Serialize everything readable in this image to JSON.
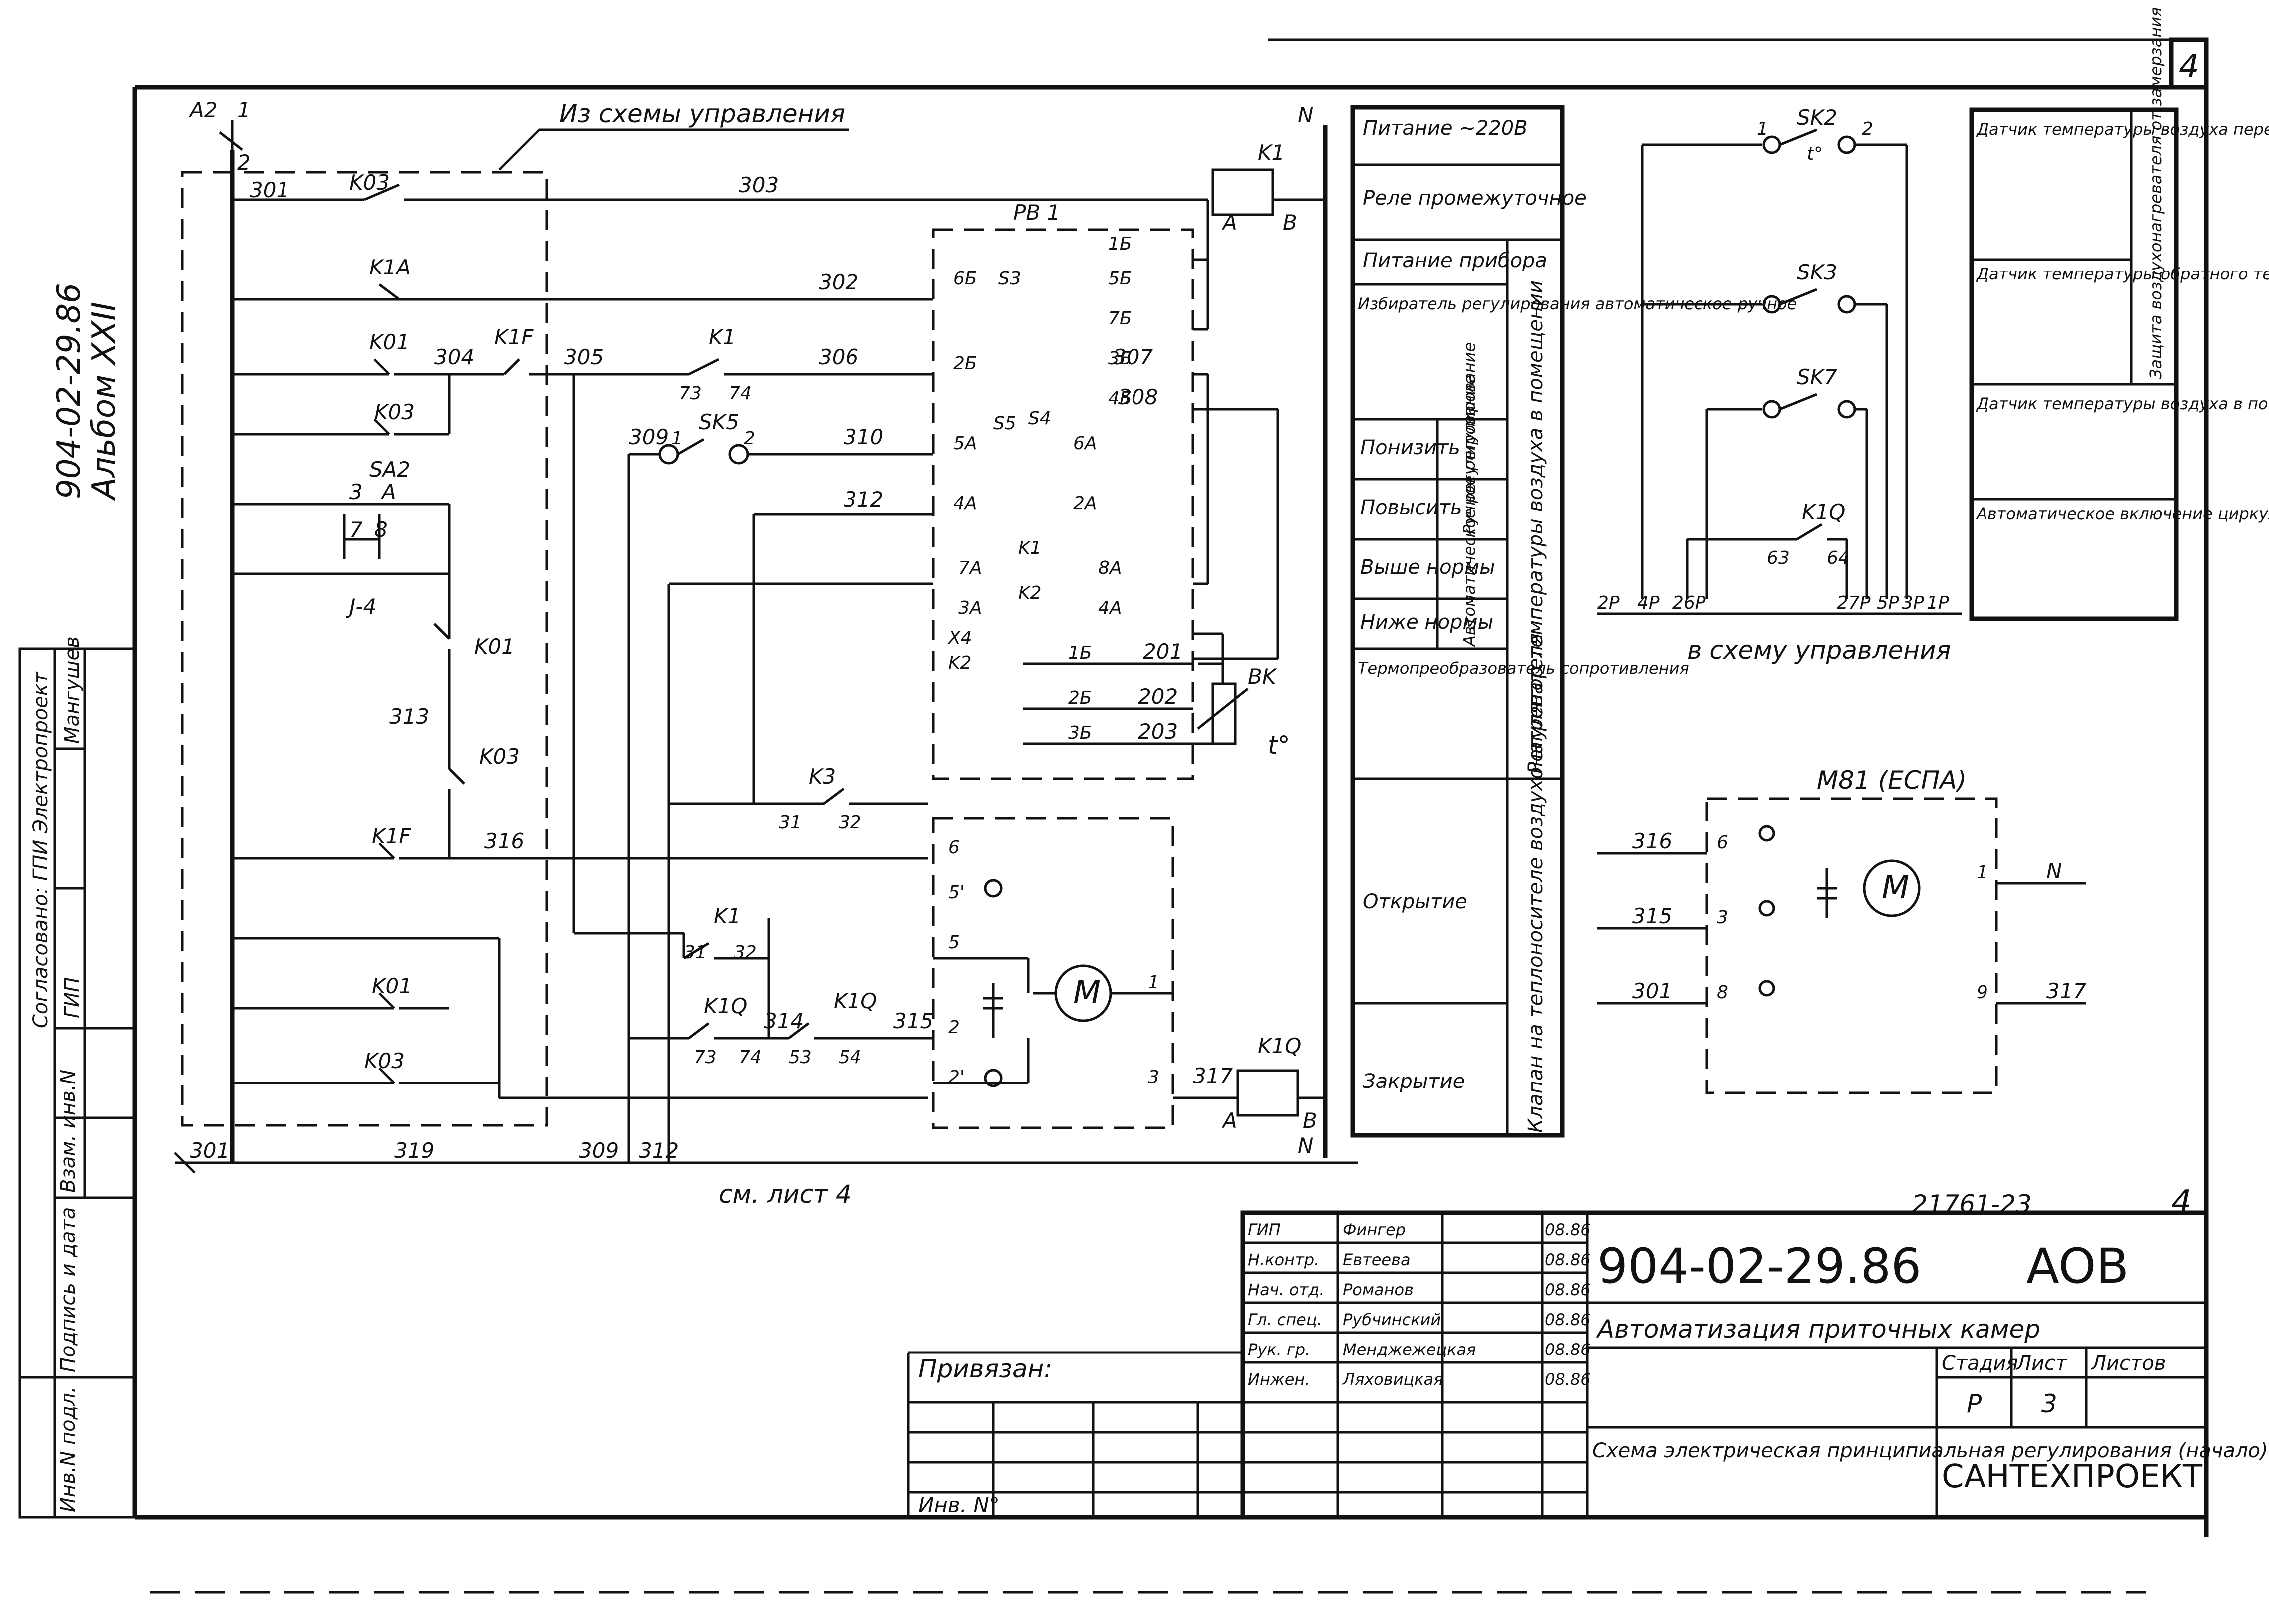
{
  "sheet": {
    "corner_sheet_number": "4",
    "sheet_number_bottom": "4",
    "archive_number": "21761-23",
    "see_sheet_note": "см. лист 4",
    "side_vertical": {
      "document": "904-02-29.86",
      "album": "Альбом XXII"
    }
  },
  "control_scheme": {
    "header_label": "Из схемы управления",
    "terminals": {
      "a2": "A2",
      "one": "1",
      "two": "2",
      "neutral_top": "N",
      "neutral_bottom": "N"
    },
    "wires": [
      "301",
      "303",
      "302",
      "304",
      "305",
      "306",
      "307",
      "308",
      "309",
      "310",
      "312",
      "313",
      "316",
      "314",
      "315",
      "317",
      "319",
      "201",
      "202",
      "203"
    ],
    "wire_labels": {
      "w301": "301",
      "w303": "303",
      "w302": "302",
      "w304": "304",
      "w305": "305",
      "w306": "306",
      "w307": "307",
      "w308": "308",
      "w309": "309",
      "w310": "310",
      "w312": "312",
      "w313": "313",
      "w316": "316",
      "w314": "314",
      "w315": "315",
      "w317": "317",
      "w319": "319",
      "w201": "201",
      "w202": "202",
      "w203": "203",
      "w301b": "301",
      "w309b": "309",
      "w312b": "312"
    },
    "contacts": {
      "k03_top": "K03",
      "k1a": "K1A",
      "k01": "K01",
      "k1f": "K1F",
      "k03_2": "K03",
      "sa2": "SA2",
      "sa2_34": "3",
      "sa2_a": "A",
      "sa2_7": "7",
      "sa2_8": "8",
      "sa2_j4": "J-4",
      "k01_b": "K01",
      "k03_b": "K03",
      "k1f_b": "K1F",
      "k01_c": "K01",
      "k03_c": "K03",
      "k1": "K1",
      "k1_73": "73",
      "k1_74": "74",
      "sk5": "SK5",
      "sk5_1": "1",
      "sk5_2": "2",
      "k3": "K3",
      "k3_31": "31",
      "k3_32": "32",
      "k1_b": "K1",
      "k1b_31": "31",
      "k1b_32": "32",
      "k1q_a": "K1Q",
      "k1q_73": "73",
      "k1q_74": "74",
      "k1q_b": "K1Q",
      "k1q_53": "53",
      "k1q_54": "54"
    },
    "coils": {
      "k1": "K1",
      "k1_a": "A",
      "k1_b": "B",
      "k1q": "K1Q",
      "k1q_a": "A",
      "k1q_b": "B"
    },
    "regulator": {
      "name": "PB 1",
      "pins": [
        "1Б",
        "5Б",
        "7Б",
        "3Б",
        "4Б",
        "2Б",
        "6Б",
        "5А",
        "6А",
        "4А",
        "2А",
        "7А",
        "8А",
        "3А",
        "4А",
        "X4",
        "K2",
        "1Б",
        "2Б",
        "3Б"
      ],
      "inner_labels": {
        "s3": "S3",
        "s4": "S4",
        "s5": "S5",
        "k1": "K1",
        "k2": "K2"
      }
    },
    "sensor_bk": {
      "label": "BK",
      "t": "t°"
    },
    "motor": {
      "label": "M",
      "pins": [
        "6",
        "5'",
        "5",
        "2",
        "2'",
        "1",
        "3"
      ]
    }
  },
  "legend_table": {
    "rows": [
      {
        "left": "Питание ~220В"
      },
      {
        "left": "Реле промежуточное"
      },
      {
        "left": "Питание прибора"
      },
      {
        "left": "Избиратель регулирования автоматическое-ручное"
      },
      {
        "left": "Понизить"
      },
      {
        "left": "Повысить"
      },
      {
        "left": "Выше нормы"
      },
      {
        "left": "Ниже нормы"
      },
      {
        "left": "Термопреобразователь сопротивления"
      },
      {
        "left": "Открытие"
      },
      {
        "left": "Закрытие"
      }
    ],
    "sub_manual": "Ручное регулирование",
    "sub_auto": "Автоматическое регулирование",
    "group_regulator": "Регулятор температуры воздуха в помещении",
    "group_valve": "Клапан на теплоносителе воздухонагревателя"
  },
  "sensors_scheme": {
    "sk2": "SK2",
    "sk3": "SK3",
    "sk7": "SK7",
    "k1q": "K1Q",
    "k1q_63": "63",
    "k1q_64": "64",
    "pin1": "1",
    "pin2": "2",
    "t": "t°",
    "terminals": [
      "2P",
      "4P",
      "26P",
      "27P",
      "5P",
      "3P",
      "1P"
    ],
    "bottom_label": "в схему управления",
    "legend": [
      "Датчик температуры воздуха перед воздухонагревателем",
      "Датчик температуры обратного теплоносителя",
      "Датчик температуры воздуха в помещении",
      "Автоматическое включение циркуляционного насоса теплоносителя"
    ],
    "legend_group": "Защита воздухонагревателя от замерзания"
  },
  "valve_motor": {
    "title": "M81 (ЕСПА)",
    "inputs": [
      "316",
      "315",
      "301"
    ],
    "outputs": [
      "N",
      "317"
    ],
    "pins": [
      "6",
      "3",
      "8",
      "1",
      "9"
    ]
  },
  "title_block": {
    "doc_code": "904-02-29.86",
    "doc_mark": "AOB",
    "title": "Автоматизация приточных камер",
    "subtitle": "Схема электрическая принципиальная регулирования (начало)",
    "stage_label": "Стадия",
    "sheet_label": "Лист",
    "sheets_label": "Листов",
    "stage": "P",
    "sheet": "3",
    "organization": "САНТЕХПРОЕКТ",
    "bound_label": "Привязан:",
    "inv_label": "Инв. N°",
    "people": [
      {
        "role": "ГИП",
        "name": "Фингер",
        "date": "08.86"
      },
      {
        "role": "Н.контр.",
        "name": "Евтеева",
        "date": "08.86"
      },
      {
        "role": "Нач. отд.",
        "name": "Романов",
        "date": "08.86"
      },
      {
        "role": "Гл. спец.",
        "name": "Рубчинский",
        "date": "08.86"
      },
      {
        "role": "Рук. гр.",
        "name": "Менджежецкая",
        "date": "08.86"
      },
      {
        "role": "Инжен.",
        "name": "Ляховицкая",
        "date": "08.86"
      }
    ]
  },
  "side_stamp": {
    "agreed": "Согласовано: ГПИ Электропроект",
    "gip": "ГИП",
    "surname": "Мангушев",
    "sign_date": "Подпись и дата",
    "inv_orig": "Инв.N подл.",
    "replace_inv": "Взам. инв.N"
  }
}
